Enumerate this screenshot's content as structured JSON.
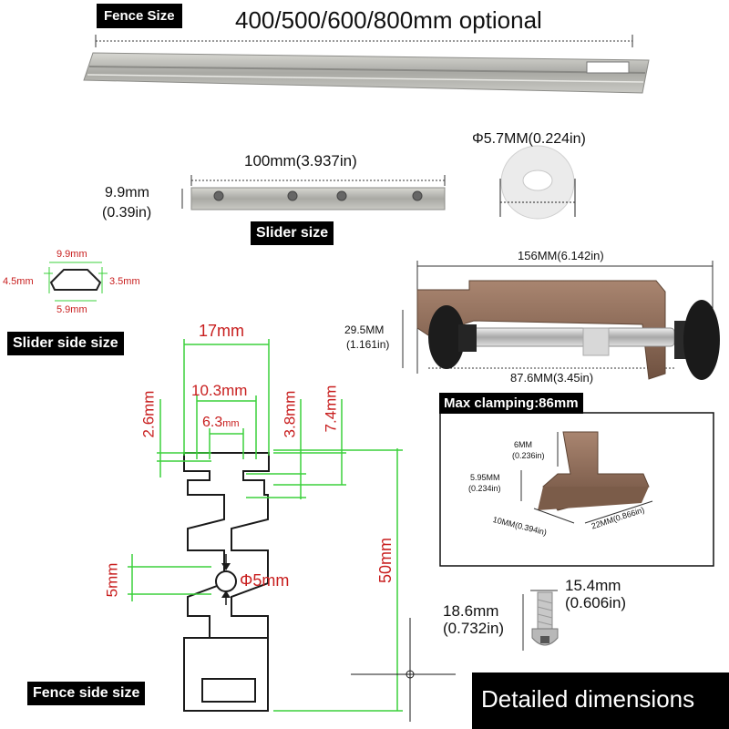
{
  "labels": {
    "fence_size": "Fence Size",
    "fence_lengths": "400/500/600/800mm optional",
    "slider_length": "100mm(3.937in)",
    "slider_height": "9.9mm",
    "slider_height_in": "(0.39in)",
    "slider_size": "Slider size",
    "washer_dia": "Φ5.7MM(0.224in)",
    "slider_side_size": "Slider side size",
    "side_top": "9.9mm",
    "side_left": "4.5mm",
    "side_right": "3.5mm",
    "side_bottom": "5.9mm",
    "clamp_width": "156MM(6.142in)",
    "clamp_height": "29.5MM",
    "clamp_height_in": "(1.161in)",
    "clamp_rod": "87.6MM(3.45in)",
    "max_clamping": "Max clamping:86mm",
    "detail_6mm": "6MM",
    "detail_6mm_in": "(0.236in)",
    "detail_595": "5.95MM",
    "detail_595_in": "(0.234in)",
    "detail_10mm": "10MM(0.394in)",
    "detail_22mm": "22MM(0.866in)",
    "dim_17": "17mm",
    "dim_103": "10.3mm",
    "dim_63": "6.3",
    "dim_63_unit": "mm",
    "dim_26": "2.6mm",
    "dim_38": "3.8mm",
    "dim_74": "7.4mm",
    "dim_5": "5mm",
    "dim_phi5": "Φ5mm",
    "dim_50": "50mm",
    "screw_len": "18.6mm",
    "screw_len_in": "(0.732in)",
    "screw_head": "15.4mm",
    "screw_head_in": "(0.606in)",
    "fence_side_size": "Fence side size",
    "detailed_dimensions": "Detailed dimensions"
  },
  "colors": {
    "dimension_red": "#c81e1e",
    "guide_green": "#3bd13b",
    "aluminum": "#b9b9b4",
    "clamp_bronze": "#8d6a55",
    "knob_black": "#1a1a1a"
  }
}
